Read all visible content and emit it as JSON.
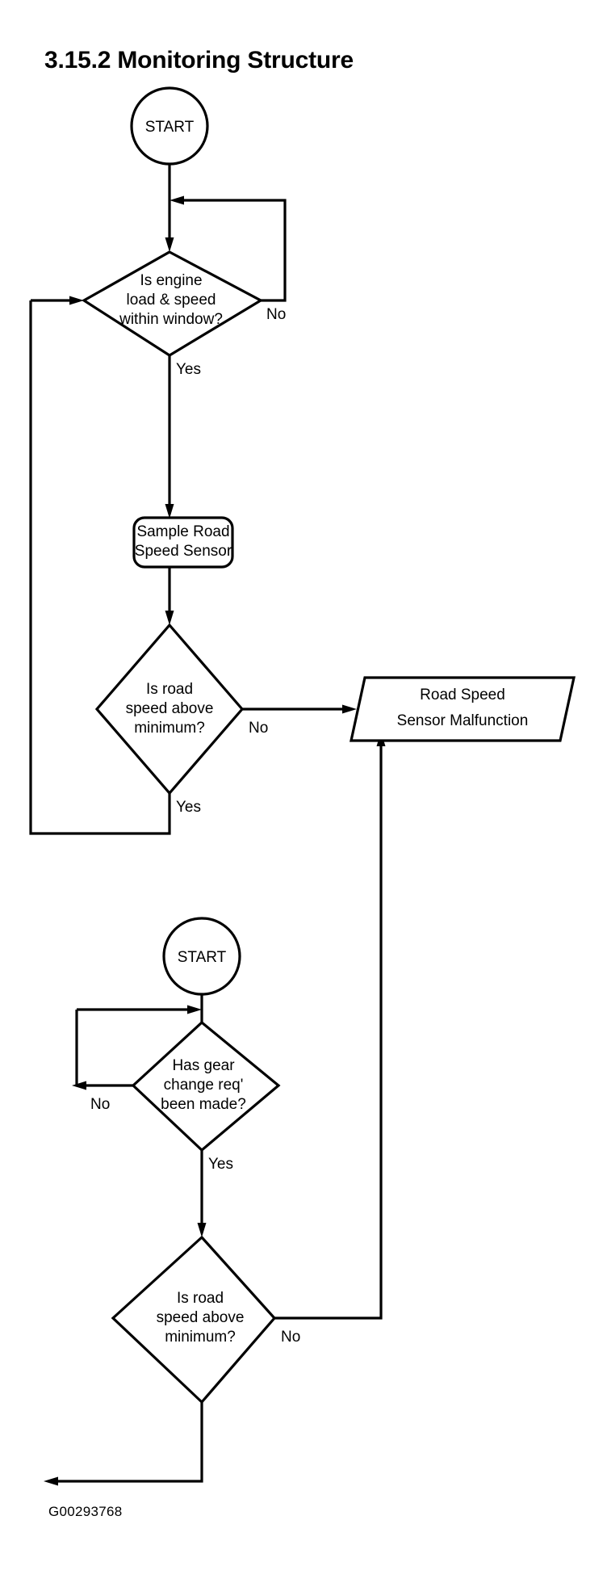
{
  "document": {
    "title": "3.15.2 Monitoring Structure",
    "figure_id": "G00293768",
    "background_color": "#ffffff",
    "line_color": "#000000"
  },
  "diagram": {
    "type": "flowchart",
    "nodes": {
      "start_1": {
        "shape": "circle",
        "label": "START"
      },
      "decision_engine_window": {
        "shape": "diamond",
        "line1": "Is engine",
        "line2": "load & speed",
        "line3": "within window?"
      },
      "process_sample_sensor": {
        "shape": "rounded-rectangle",
        "line1": "Sample Road",
        "line2": "Speed Sensor"
      },
      "decision_road_speed_1": {
        "shape": "diamond",
        "line1": "Is road",
        "line2": "speed above",
        "line3": "minimum?"
      },
      "output_malfunction": {
        "shape": "parallelogram",
        "line1": "Road Speed",
        "line2": "Sensor Malfunction"
      },
      "start_2": {
        "shape": "circle",
        "label": "START"
      },
      "decision_gear_change": {
        "shape": "diamond",
        "line1": "Has gear",
        "line2": "change req'",
        "line3": "been made?"
      },
      "decision_road_speed_2": {
        "shape": "diamond",
        "line1": "Is road",
        "line2": "speed above",
        "line3": "minimum?"
      }
    },
    "edge_labels": {
      "engine_window_no": "No",
      "engine_window_yes": "Yes",
      "road_speed_1_no": "No",
      "road_speed_1_yes": "Yes",
      "gear_change_no": "No",
      "gear_change_yes": "Yes",
      "road_speed_2_no": "No"
    }
  }
}
